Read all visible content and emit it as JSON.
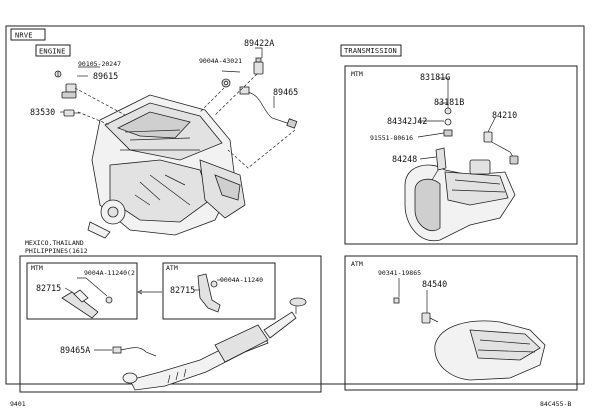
{
  "header": {
    "tag": "NRVE"
  },
  "engine": {
    "tag": "ENGINE",
    "parts": {
      "p90105": "90105-20247",
      "p89615": "89615",
      "p83530": "83530",
      "p9004A43021": "9004A-43021",
      "p89422A": "89422A",
      "p89465": "89465"
    }
  },
  "transmission": {
    "tag": "TRANSMISSION",
    "mtm": {
      "tag": "MTM",
      "parts": {
        "p83181G": "83181G",
        "p83181B": "83181B",
        "p84342": "84342J42",
        "p91551": "91551-80616",
        "p84248": "84248",
        "p84210": "84210"
      }
    },
    "atm": {
      "tag": "ATM",
      "parts": {
        "p90341": "90341-19865",
        "p84540": "84540"
      }
    }
  },
  "region": {
    "line1": "MEXICO.THAILAND",
    "line2": "PHILIPPINES(1612",
    "mtm": {
      "tag": "MTM",
      "p9004A11240": "9004A-11240(2",
      "p82715": "82715"
    },
    "atm": {
      "tag": "ATM",
      "p9004A11240": "9004A-11240",
      "p82715": "82715"
    },
    "p89465A": "89465A"
  },
  "footer": {
    "left": "9401",
    "right": "84C455-B"
  }
}
